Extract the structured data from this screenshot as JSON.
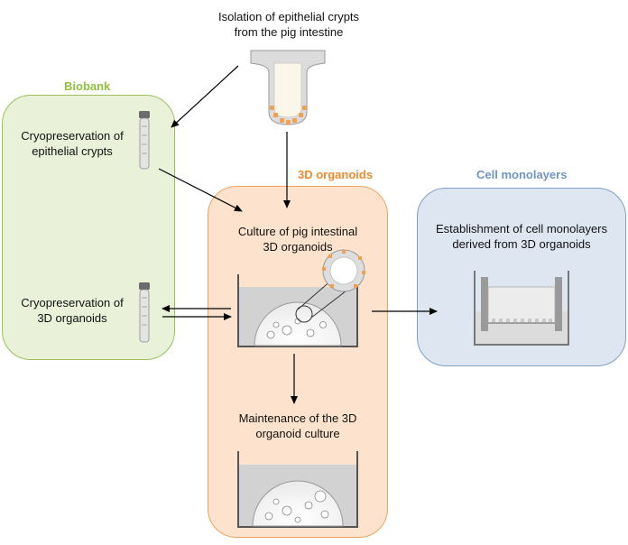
{
  "isolation": {
    "line1": "Isolation of epithelial crypts",
    "line2": "from the pig intestine"
  },
  "biobank": {
    "title": "Biobank",
    "crypts_line1": "Cryopreservation of",
    "crypts_line2": "epithelial crypts",
    "organoids_line1": "Cryopreservation of",
    "organoids_line2": "3D organoids"
  },
  "organoids3d": {
    "title": "3D organoids",
    "culture_line1": "Culture of pig intestinal",
    "culture_line2": "3D organoids",
    "maint_line1": "Maintenance of the 3D",
    "maint_line2": "organoid culture"
  },
  "monolayers": {
    "title": "Cell monolayers",
    "line1": "Establishment of cell monolayers",
    "line2": "derived from 3D organoids"
  },
  "colors": {
    "biobank_fill": "#e9f1d9",
    "biobank_border": "#9bc25a",
    "biobank_title": "#8fbe3f",
    "organoid_fill": "#fde3cd",
    "organoid_border": "#f3a35f",
    "organoid_title": "#f08a2f",
    "mono_fill": "#dde6f1",
    "mono_border": "#7f9fc4",
    "mono_title": "#6f94c6",
    "crypt_cells": "#f0a050"
  },
  "icons": [
    "crypt-icon",
    "cryotube-icon",
    "culture-well-icon",
    "organoid-sphere-icon",
    "transwell-icon"
  ]
}
